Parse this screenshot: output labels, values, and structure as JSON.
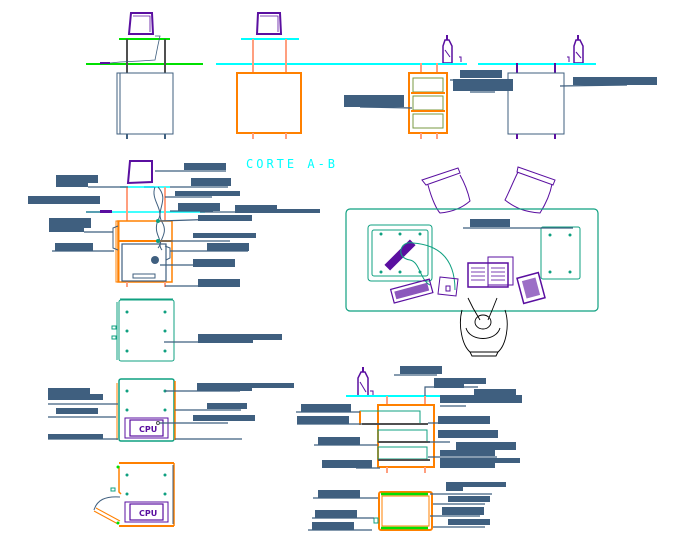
{
  "drawing": {
    "title": "CORTE A-B",
    "cpu_label": "CPU",
    "colors": {
      "label_block": "#3f5f7f",
      "cyan_line": "#00ffff",
      "green_line": "#00e000",
      "orange": "#ff8000",
      "salmon": "#ff9f7f",
      "purple": "#5a0fa0",
      "teal": "#0fa080",
      "steel": "#3f5f7f"
    },
    "views": [
      {
        "id": "elevation-1",
        "description": "Front elevation with monitor and cabinet"
      },
      {
        "id": "elevation-2",
        "description": "Front elevation with monitor and orange cabinet"
      },
      {
        "id": "elevation-3",
        "description": "Drawer unit elevation with bottle"
      },
      {
        "id": "elevation-4",
        "description": "Side cabinet elevation with bottle"
      },
      {
        "id": "section-ab",
        "description": "Section A-B with CPU"
      },
      {
        "id": "plan-workstation",
        "description": "Workstation plan with chairs, keyboard, phone, documents, user"
      },
      {
        "id": "plan-cabinet",
        "description": "Cabinet top plan"
      },
      {
        "id": "plan-cpu-1",
        "description": "CPU cabinet plan"
      },
      {
        "id": "plan-cpu-2",
        "description": "CPU cabinet plan with open door"
      },
      {
        "id": "elevation-drawers",
        "description": "Drawer elevation with bottle"
      },
      {
        "id": "plan-drawer",
        "description": "Drawer plan"
      }
    ],
    "redacted_labels_note": "All annotation labels are rendered as solid redacted blocks"
  }
}
